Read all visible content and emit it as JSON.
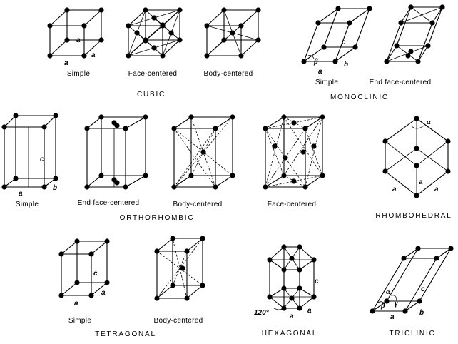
{
  "systems": {
    "cubic": {
      "name": "CUBIC",
      "simple": "Simple",
      "face_centered": "Face-centered",
      "body_centered": "Body-centered",
      "axis_a": "a"
    },
    "monoclinic": {
      "name": "MONOCLINIC",
      "simple": "Simple",
      "end_face_centered": "End face-centered",
      "axis_a": "a",
      "axis_b": "b",
      "axis_c": "c",
      "angle_beta": "β"
    },
    "orthorhombic": {
      "name": "ORTHORHOMBIC",
      "simple": "Simple",
      "end_face_centered": "End face-centered",
      "body_centered": "Body-centered",
      "face_centered": "Face-centered",
      "axis_a": "a",
      "axis_b": "b",
      "axis_c": "c"
    },
    "rhombohedral": {
      "name": "RHOMBOHEDRAL",
      "axis_a": "a",
      "angle_alpha": "α"
    },
    "tetragonal": {
      "name": "TETRAGONAL",
      "simple": "Simple",
      "body_centered": "Body-centered",
      "axis_a": "a",
      "axis_c": "c"
    },
    "hexagonal": {
      "name": "HEXAGONAL",
      "axis_a": "a",
      "axis_c": "c",
      "angle_120": "120°"
    },
    "triclinic": {
      "name": "TRICLINIC",
      "axis_a": "a",
      "axis_b": "b",
      "axis_c": "c",
      "angle_alpha": "α",
      "angle_beta": "β",
      "angle_gamma": "γ"
    }
  }
}
